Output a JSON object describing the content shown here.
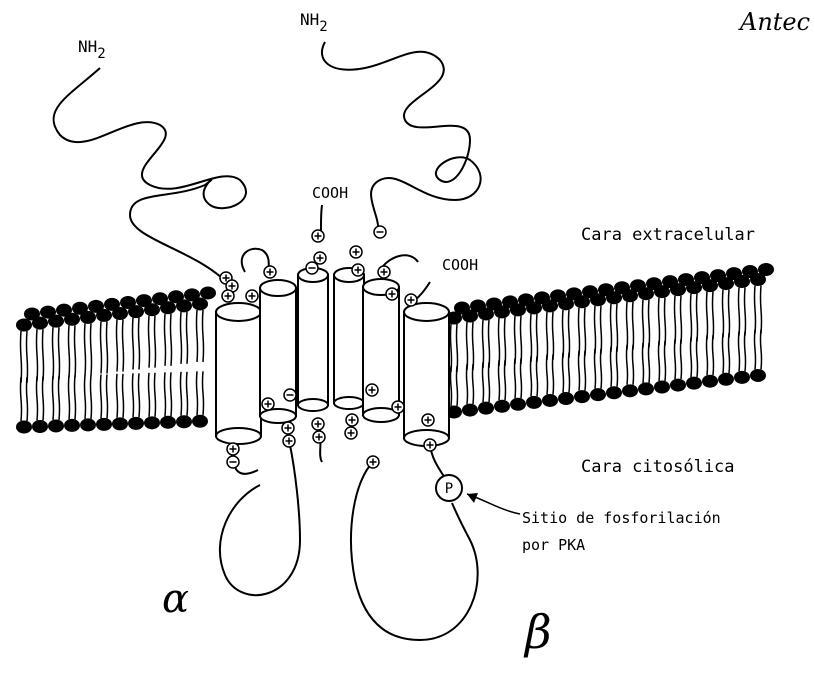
{
  "header_fragment": "Antec",
  "labels": {
    "nh2_left": "NH",
    "nh2_right": "NH",
    "sub2": "2",
    "cooh_a": "COOH",
    "cooh_b": "COOH",
    "extracellular": "Cara extracelular",
    "cytosolic": "Cara citosólica",
    "phospho_1": "Sitio de fosforilación",
    "phospho_2": "por PKA",
    "p_marker": "P",
    "alpha": "α",
    "beta": "β"
  },
  "icons": [
    "phosphate-circle-icon",
    "arrow-icon",
    "plus-charge-icon",
    "minus-charge-icon"
  ],
  "colors": {
    "ink": "#000000",
    "paper": "#ffffff"
  }
}
